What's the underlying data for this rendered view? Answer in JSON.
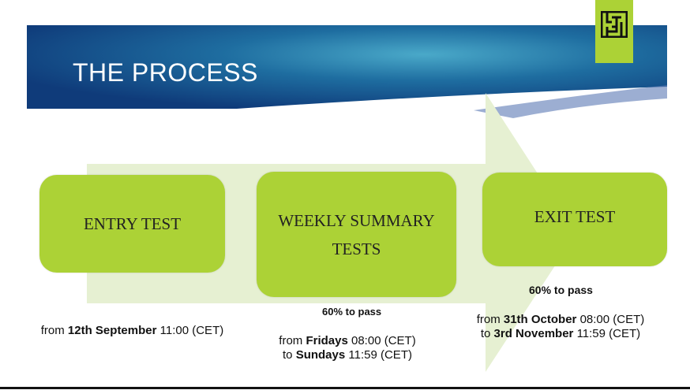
{
  "title": "THE PROCESS",
  "steps": [
    {
      "label": "ENTRY TEST",
      "pass": null,
      "schedule": {
        "from_prefix": "from",
        "from_bold": "12th September",
        "from_suffix": "11:00 (CET)"
      }
    },
    {
      "label_line1": "WEEKLY SUMMARY",
      "label_line2": "TESTS",
      "pass": "60% to pass",
      "schedule": {
        "from_prefix": "from",
        "from_bold": "Fridays",
        "from_suffix": "08:00 (CET)",
        "to_prefix": "to",
        "to_bold": "Sundays",
        "to_suffix": "11:59 (CET)"
      }
    },
    {
      "label": "EXIT TEST",
      "pass": "60% to pass",
      "schedule": {
        "from_prefix": "from",
        "from_bold": "31th October",
        "from_suffix": "08:00 (CET)",
        "to_prefix": "to",
        "to_bold": "3rd November",
        "to_suffix": "11:59 (CET)"
      }
    }
  ],
  "colors": {
    "banner_dark": "#0f3b7a",
    "banner_light": "#3a9ac0",
    "accent": "#acd236",
    "arrow": "#e6f0d2"
  }
}
